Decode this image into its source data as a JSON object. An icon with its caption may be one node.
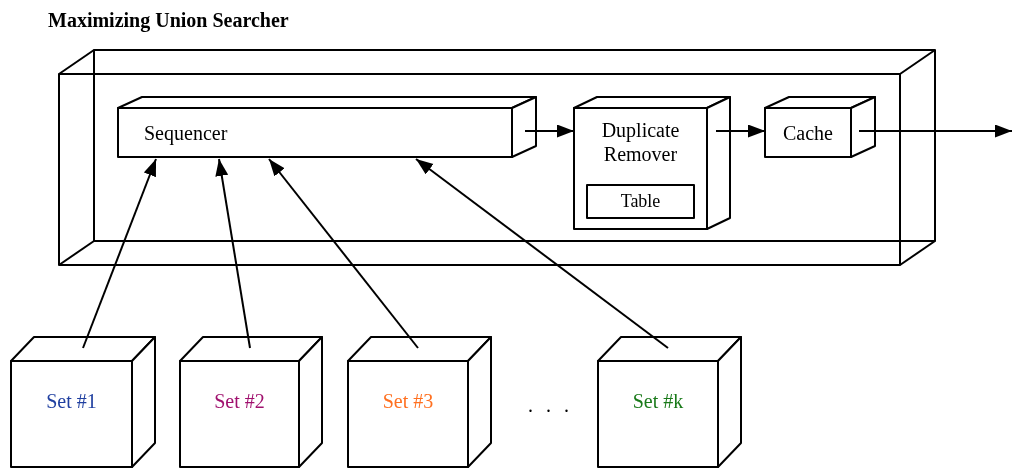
{
  "diagram": {
    "title": "Maximizing Union Searcher",
    "nodes": [
      {
        "text": [],
        "shape": "box"
      },
      {
        "text": [
          "Sequencer"
        ],
        "in": 0
      },
      {
        "text": [
          "Duplicate Remover"
        ],
        "in": 0
      },
      {
        "text": [
          "Table"
        ],
        "in": 2
      },
      {
        "text": [
          "Cache"
        ],
        "in": 0
      },
      {
        "text": [
          "Set #1"
        ]
      },
      {
        "text": [
          "Set #2"
        ]
      },
      {
        "text": [
          "Set #3"
        ]
      },
      {
        "text": [
          "Set #k"
        ]
      }
    ],
    "edges": [
      {
        "from": 5,
        "to": 1,
        "arrow": "to"
      },
      {
        "from": 6,
        "to": 1,
        "arrow": "to"
      },
      {
        "from": 7,
        "to": 1,
        "arrow": "to"
      },
      {
        "from": 8,
        "to": 1,
        "arrow": "to"
      },
      {
        "from": 1,
        "to": 2,
        "arrow": "to"
      },
      {
        "from": 2,
        "to": 4,
        "arrow": "to"
      },
      {
        "from": 4,
        "to": null,
        "arrow": "to"
      }
    ],
    "labels": [
      ". . ."
    ]
  }
}
